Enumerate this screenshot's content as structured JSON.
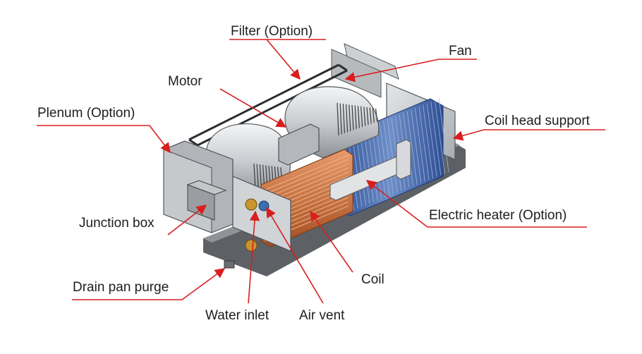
{
  "labels": {
    "filter": "Filter (Option)",
    "fan": "Fan",
    "motor": "Motor",
    "plenum": "Plenum (Option)",
    "coil_head_support": "Coil head support",
    "junction_box": "Junction box",
    "electric_heater": "Electric heater (Option)",
    "coil": "Coil",
    "drain_pan_purge": "Drain pan purge",
    "water_inlet": "Water inlet",
    "air_vent": "Air vent"
  },
  "colors": {
    "leader": "#d81e1e",
    "text": "#1e1e1e",
    "casing": "#c9cbcd",
    "casing_dark": "#8e9296",
    "coil_copper": "#c86a3a",
    "heater_blue": "#3d5fa8",
    "drain_pan": "#5a5e62",
    "fitting_brass": "#c9962e"
  }
}
